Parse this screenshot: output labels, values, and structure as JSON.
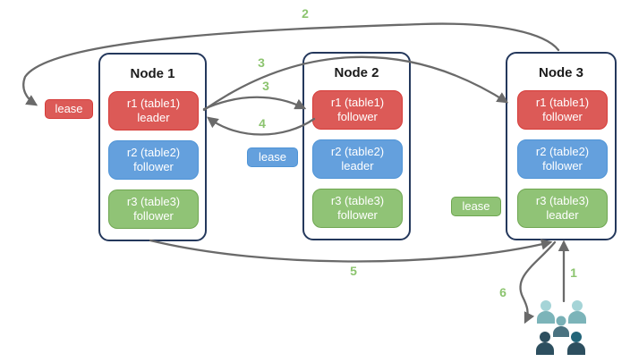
{
  "nodes": [
    {
      "title": "Node 1",
      "replicas": [
        {
          "range": "r1 (table1)",
          "role": "leader",
          "color_name": "red"
        },
        {
          "range": "r2 (table2)",
          "role": "follower",
          "color_name": "blue"
        },
        {
          "range": "r3 (table3)",
          "role": "follower",
          "color_name": "green"
        }
      ]
    },
    {
      "title": "Node 2",
      "replicas": [
        {
          "range": "r1 (table1)",
          "role": "follower",
          "color_name": "red"
        },
        {
          "range": "r2 (table2)",
          "role": "leader",
          "color_name": "blue"
        },
        {
          "range": "r3 (table3)",
          "role": "follower",
          "color_name": "green"
        }
      ]
    },
    {
      "title": "Node 3",
      "replicas": [
        {
          "range": "r1 (table1)",
          "role": "follower",
          "color_name": "red"
        },
        {
          "range": "r2 (table2)",
          "role": "follower",
          "color_name": "blue"
        },
        {
          "range": "r3 (table3)",
          "role": "leader",
          "color_name": "green"
        }
      ]
    }
  ],
  "leases": [
    {
      "label": "lease",
      "color_name": "red"
    },
    {
      "label": "lease",
      "color_name": "blue"
    },
    {
      "label": "lease",
      "color_name": "green"
    }
  ],
  "steps": [
    {
      "text": "1"
    },
    {
      "text": "2"
    },
    {
      "text": "3"
    },
    {
      "text": "3"
    },
    {
      "text": "4"
    },
    {
      "text": "5"
    },
    {
      "text": "6"
    }
  ],
  "colors": {
    "replica_red": "#dc5a57",
    "replica_red_border": "#d63c39",
    "replica_blue": "#64a0dd",
    "replica_blue_border": "#4f94d6",
    "replica_green": "#90c376",
    "replica_green_border": "#6fa651",
    "node_border": "#24385c",
    "arrow_gray": "#6a6a6a",
    "step_label_green": "#8cc46f",
    "users_light_teal": "#a5d4d7",
    "users_mid_teal": "#7cb4b9",
    "users_slate": "#4a7280",
    "users_dark_slate": "#2d4f5f",
    "users_dark_teal": "#236579"
  }
}
